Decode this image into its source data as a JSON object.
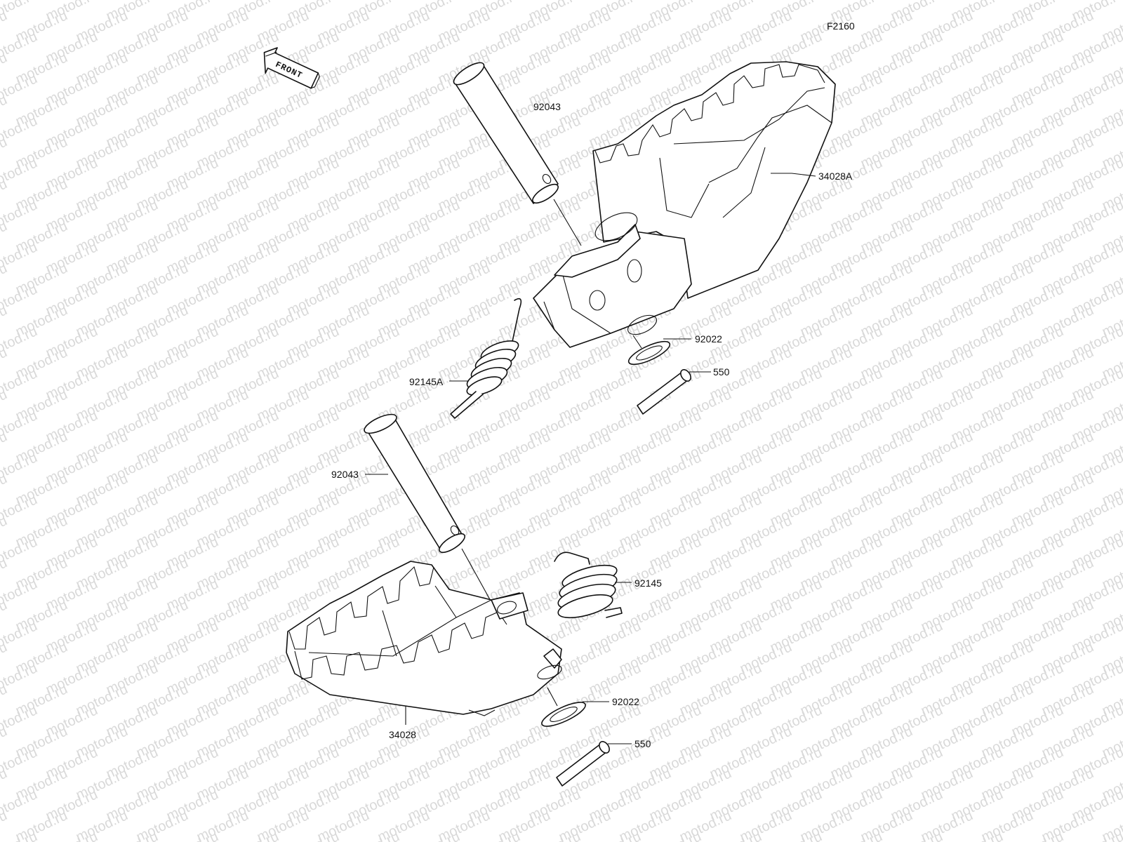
{
  "diagram": {
    "code": "F2160",
    "front_label": "FRONT",
    "watermark": "motod.ru",
    "parts": {
      "pin_upper": "92043",
      "footpeg_upper": "34028A",
      "washer_upper": "92022",
      "cotter_upper": "550",
      "spring_upper": "92145A",
      "pin_lower": "92043",
      "spring_lower": "92145",
      "washer_lower": "92022",
      "cotter_lower": "550",
      "footpeg_lower": "34028"
    }
  }
}
